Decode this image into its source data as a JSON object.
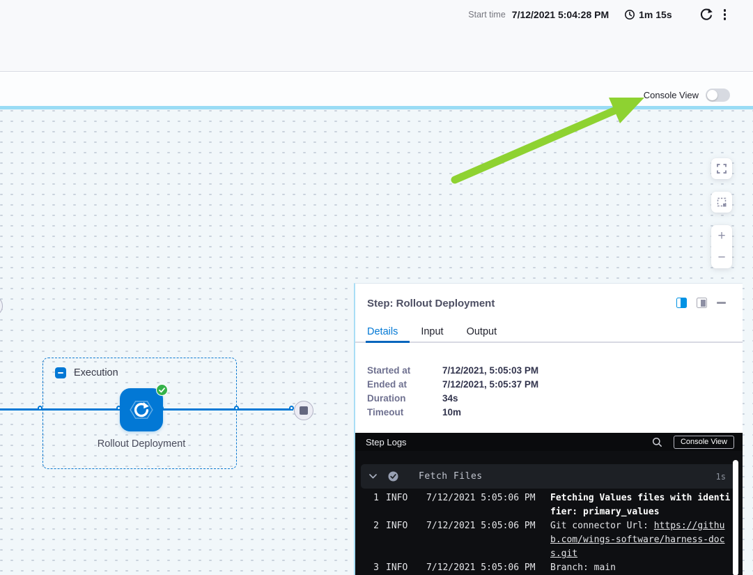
{
  "colors": {
    "accent_blue": "#0278d5",
    "light_blue_divider": "#99dcf5",
    "arrow_green": "#8ed231",
    "success_green": "#34b24a"
  },
  "header": {
    "start_time_label": "Start time",
    "start_time_value": "7/12/2021 5:04:28 PM",
    "elapsed_time": "1m 15s"
  },
  "toolbar": {
    "console_view_label": "Console View"
  },
  "canvas": {
    "execution_group_label": "Execution",
    "step_node_label": "Rollout Deployment"
  },
  "step_panel": {
    "title": "Step: Rollout Deployment",
    "tabs": [
      {
        "label": "Details"
      },
      {
        "label": "Input"
      },
      {
        "label": "Output"
      }
    ],
    "active_tab": "Details",
    "details": {
      "rows": [
        {
          "label": "Started at",
          "value": "7/12/2021, 5:05:03 PM"
        },
        {
          "label": "Ended at",
          "value": "7/12/2021, 5:05:37 PM"
        },
        {
          "label": "Duration",
          "value": "34s"
        },
        {
          "label": "Timeout",
          "value": "10m"
        }
      ]
    }
  },
  "step_logs": {
    "title": "Step Logs",
    "console_view_button": "Console View",
    "section": {
      "name": "Fetch Files",
      "duration": "1s"
    },
    "entries": [
      {
        "num": "1",
        "level": "INFO",
        "time": "7/12/2021 5:05:06 PM",
        "message": "Fetching Values files with identifier: primary_values"
      },
      {
        "num": "2",
        "level": "INFO",
        "time": "7/12/2021 5:05:06 PM",
        "message_prefix": "Git connector Url: ",
        "message_link": "https://github.com/wings-software/harness-docs.git"
      },
      {
        "num": "3",
        "level": "INFO",
        "time": "7/12/2021 5:05:06 PM",
        "message": "Branch: main"
      }
    ]
  }
}
